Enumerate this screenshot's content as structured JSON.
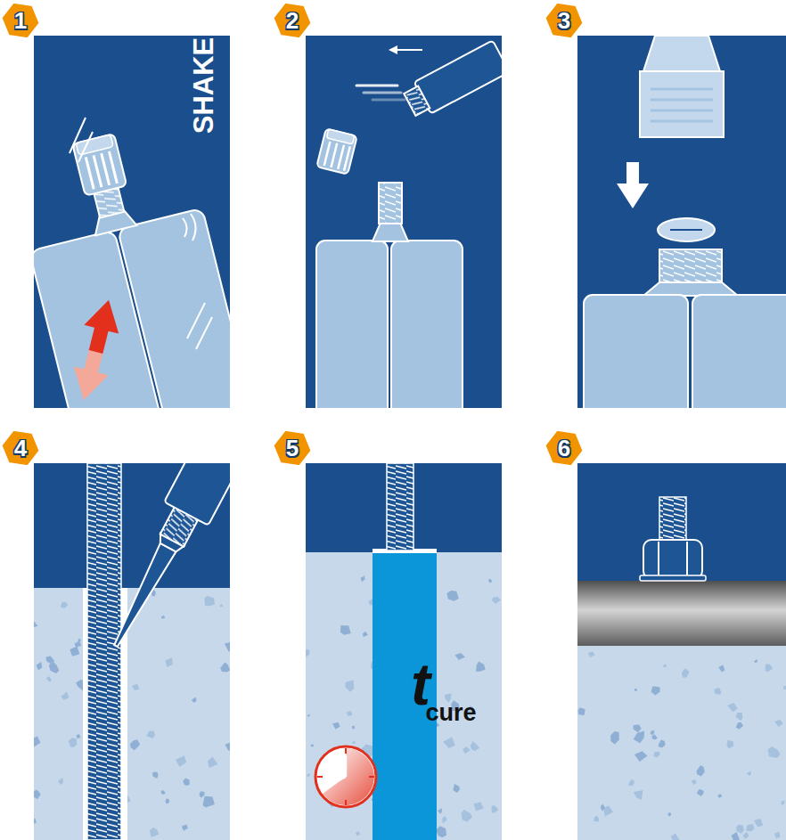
{
  "diagram": {
    "nodes": [
      {
        "text": [
          "1"
        ]
      },
      {
        "text": [
          "2"
        ]
      },
      {
        "text": [
          "3"
        ]
      },
      {
        "text": [
          "4"
        ]
      },
      {
        "text": [
          "5"
        ]
      },
      {
        "text": [
          "6"
        ]
      }
    ],
    "labels": [
      "SHAKE",
      "t",
      "cure"
    ]
  }
}
